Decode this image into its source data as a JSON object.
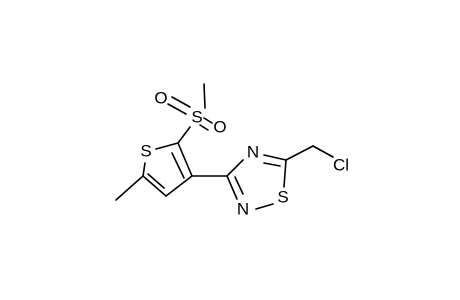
{
  "molecule": {
    "atoms": {
      "o1": "O",
      "o2": "O",
      "s_sulfonyl": "S",
      "s_thiophene": "S",
      "n_upper": "N",
      "n_lower": "N",
      "s_thiadiazole": "S",
      "cl": "Cl"
    }
  }
}
